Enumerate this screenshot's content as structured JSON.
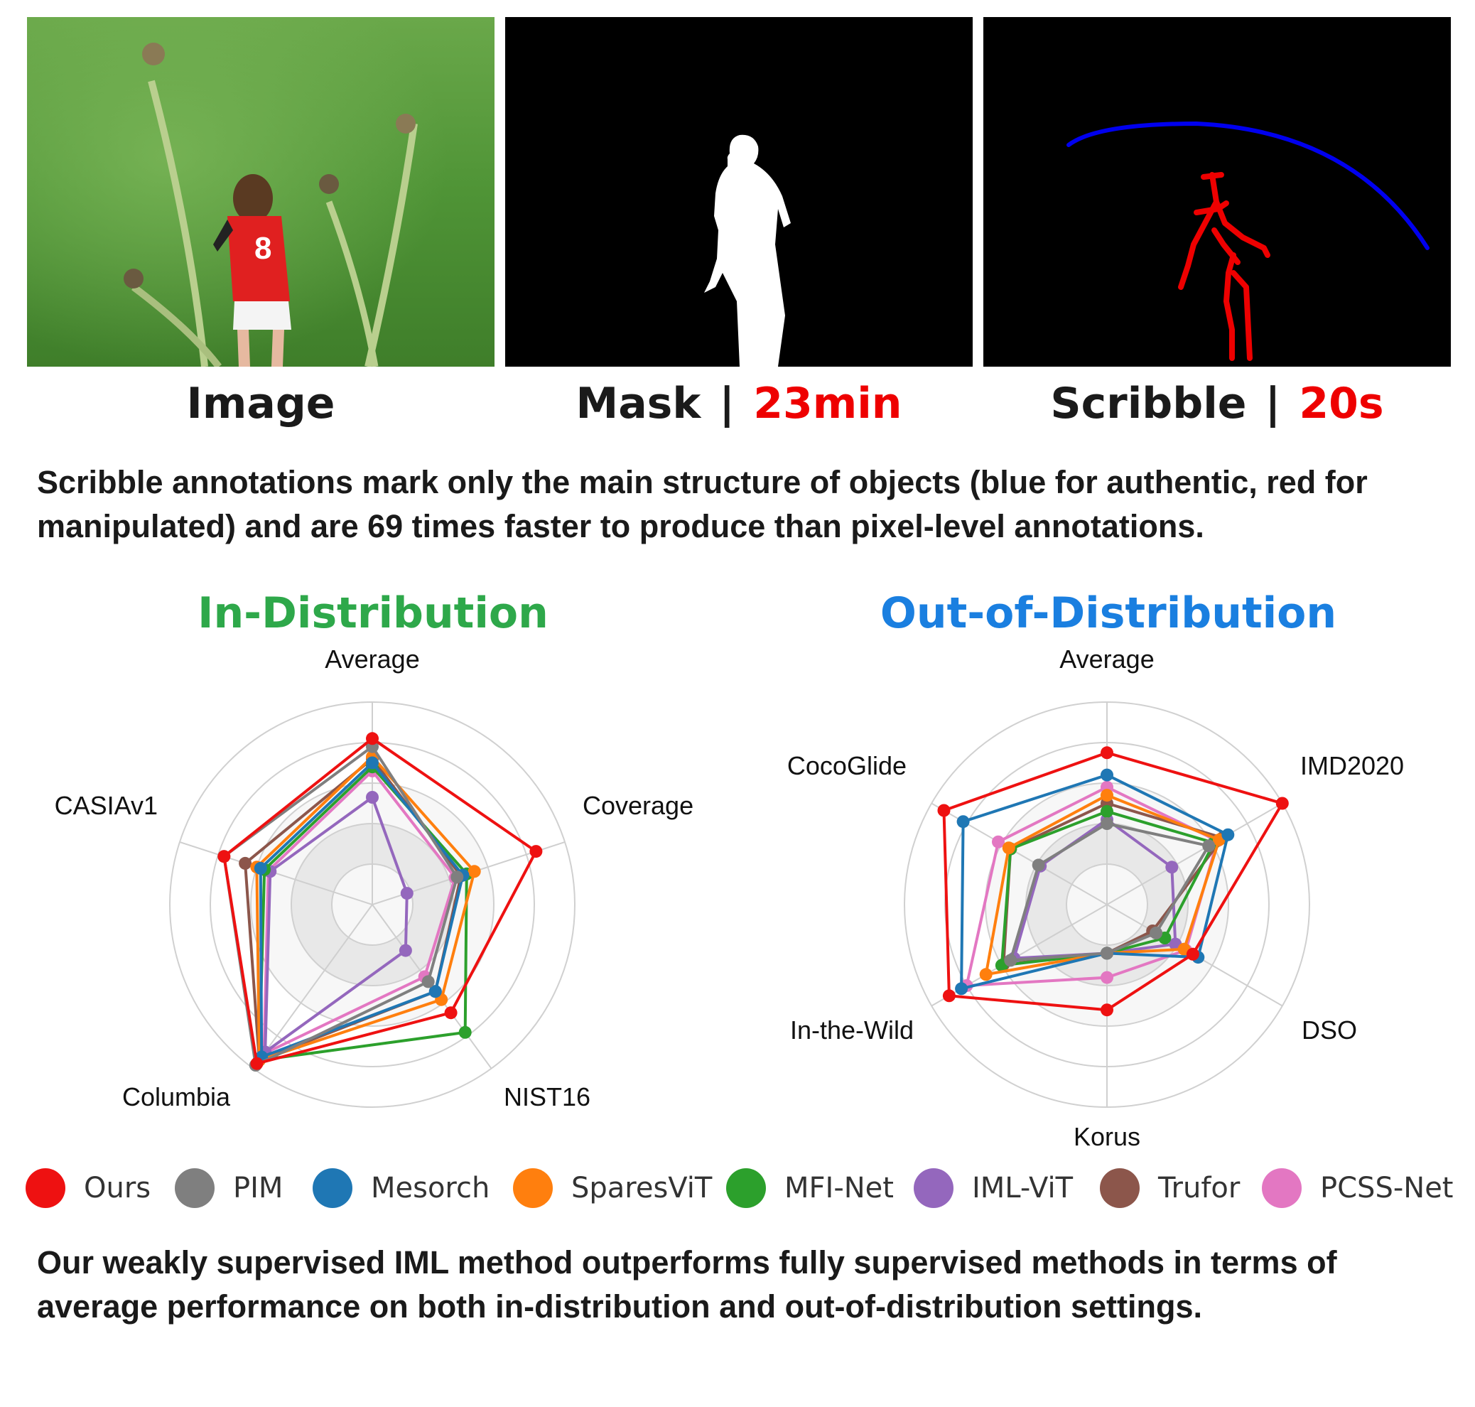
{
  "panels": {
    "image_caption": "Image",
    "mask_caption": "Mask",
    "mask_time": "23min",
    "scribble_caption": "Scribble",
    "scribble_time": "20s",
    "separator": "|"
  },
  "description_top": "Scribble annotations mark only the main structure of objects (blue for authentic, red for manipulated) and are 69 times faster to produce than pixel-level annotations.",
  "description_bottom": "Our weakly supervised IML method outperforms fully supervised methods in terms of average performance on both in-distribution and out-of-distribution settings.",
  "colors": {
    "Ours": "#ee1111",
    "PIM": "#7f7f7f",
    "Mesorch": "#1f77b4",
    "SparesViT": "#ff7f0e",
    "MFI-Net": "#2ca02c",
    "IML-ViT": "#9467bd",
    "Trufor": "#8c564b",
    "PCSS-Net": "#e377c2",
    "in_title": "#2ea84a",
    "ood_title": "#1a7fe0"
  },
  "legend": [
    "Ours",
    "PIM",
    "Mesorch",
    "SparesViT",
    "MFI-Net",
    "IML-ViT",
    "Trufor",
    "PCSS-Net"
  ],
  "chart_data": [
    {
      "type": "radar",
      "title": "In-Distribution",
      "axes": [
        "Average",
        "Coverage",
        "NIST16",
        "Columbia",
        "CASIAv1"
      ],
      "rlim": [
        0,
        1
      ],
      "grid": true,
      "series": [
        {
          "name": "Ours",
          "values": [
            0.82,
            0.85,
            0.66,
            0.97,
            0.77
          ]
        },
        {
          "name": "PIM",
          "values": [
            0.78,
            0.44,
            0.47,
            0.98,
            0.77
          ]
        },
        {
          "name": "Mesorch",
          "values": [
            0.7,
            0.47,
            0.53,
            0.93,
            0.58
          ]
        },
        {
          "name": "SparesViT",
          "values": [
            0.73,
            0.53,
            0.58,
            0.95,
            0.6
          ]
        },
        {
          "name": "MFI-Net",
          "values": [
            0.68,
            0.49,
            0.78,
            0.95,
            0.56
          ]
        },
        {
          "name": "IML-ViT",
          "values": [
            0.53,
            0.18,
            0.28,
            0.9,
            0.53
          ]
        },
        {
          "name": "Trufor",
          "values": [
            0.72,
            0.46,
            0.53,
            0.95,
            0.66
          ]
        },
        {
          "name": "PCSS-Net",
          "values": [
            0.66,
            0.43,
            0.44,
            0.91,
            0.54
          ]
        }
      ]
    },
    {
      "type": "radar",
      "title": "Out-of-Distribution",
      "axes": [
        "Average",
        "IMD2020",
        "DSO",
        "Korus",
        "In-the-Wild",
        "CocoGlide"
      ],
      "rlim": [
        0,
        1
      ],
      "grid": true,
      "series": [
        {
          "name": "Ours",
          "values": [
            0.75,
            1.0,
            0.49,
            0.52,
            0.9,
            0.93
          ]
        },
        {
          "name": "PIM",
          "values": [
            0.4,
            0.58,
            0.28,
            0.24,
            0.55,
            0.39
          ]
        },
        {
          "name": "Mesorch",
          "values": [
            0.64,
            0.69,
            0.52,
            0.24,
            0.83,
            0.82
          ]
        },
        {
          "name": "SparesViT",
          "values": [
            0.54,
            0.64,
            0.44,
            0.24,
            0.69,
            0.56
          ]
        },
        {
          "name": "MFI-Net",
          "values": [
            0.46,
            0.61,
            0.33,
            0.24,
            0.6,
            0.55
          ]
        },
        {
          "name": "IML-ViT",
          "values": [
            0.42,
            0.37,
            0.39,
            0.24,
            0.53,
            0.38
          ]
        },
        {
          "name": "Trufor",
          "values": [
            0.5,
            0.66,
            0.26,
            0.24,
            0.59,
            0.55
          ]
        },
        {
          "name": "PCSS-Net",
          "values": [
            0.58,
            0.63,
            0.45,
            0.36,
            0.8,
            0.62
          ]
        }
      ]
    }
  ]
}
